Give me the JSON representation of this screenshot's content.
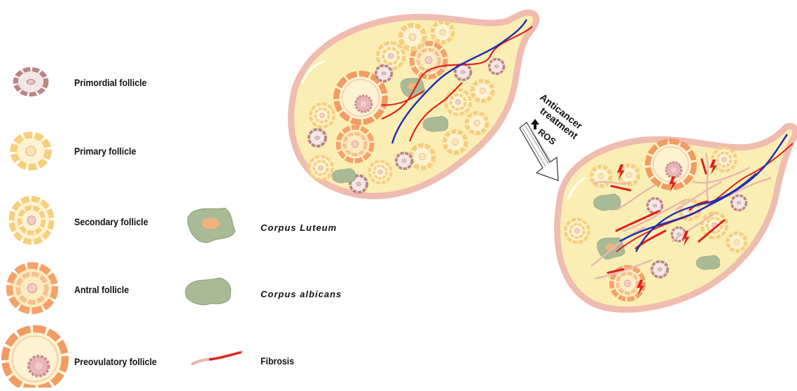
{
  "legend": {
    "primordial": "Primordial follicle",
    "primary": "Primary follicle",
    "secondary": "Secondary follicle",
    "antral": "Antral follicle",
    "preovulatory": "Preovulatory follicle",
    "corpus_luteum": "Corpus Luteum",
    "corpus_albicans": "Corpus albicans",
    "fibrosis": "Fibrosis"
  },
  "transition": {
    "line1": "Anticancer",
    "line2": "treatment",
    "ros": "ROS"
  },
  "colors": {
    "ovary_fill": "#fbeeb4",
    "ovary_rim": "#efbcb0",
    "primordial": "#c99595",
    "primary": "#fbd98c",
    "antral": "#f6a46a",
    "corpus": "#a8b894",
    "fibrosis_red": "#e0201c",
    "vessel_blue": "#1f2fb0"
  }
}
